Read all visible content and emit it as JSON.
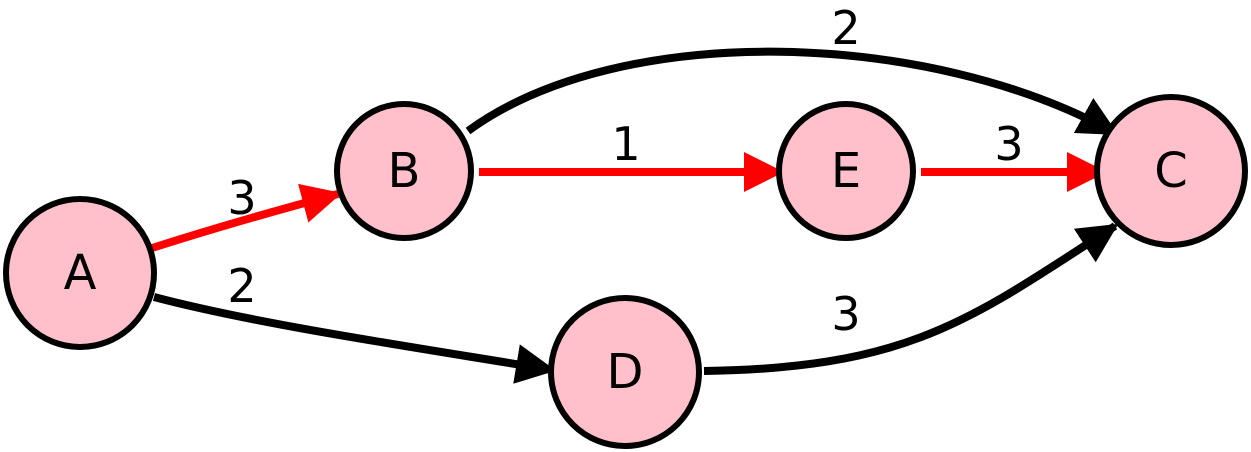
{
  "graph": {
    "colors": {
      "node_fill": "#ffc0cb",
      "node_stroke": "#000000",
      "edge_default": "#000000",
      "edge_highlight": "#ff0000"
    },
    "nodes": {
      "A": {
        "label": "A"
      },
      "B": {
        "label": "B"
      },
      "C": {
        "label": "C"
      },
      "D": {
        "label": "D"
      },
      "E": {
        "label": "E"
      }
    },
    "edges": {
      "A_B": {
        "from": "A",
        "to": "B",
        "weight": "3",
        "highlighted": true
      },
      "A_D": {
        "from": "A",
        "to": "D",
        "weight": "2",
        "highlighted": false
      },
      "B_E": {
        "from": "B",
        "to": "E",
        "weight": "1",
        "highlighted": true
      },
      "B_C": {
        "from": "B",
        "to": "C",
        "weight": "2",
        "highlighted": false
      },
      "E_C": {
        "from": "E",
        "to": "C",
        "weight": "3",
        "highlighted": true
      },
      "D_C": {
        "from": "D",
        "to": "C",
        "weight": "3",
        "highlighted": false
      }
    }
  }
}
